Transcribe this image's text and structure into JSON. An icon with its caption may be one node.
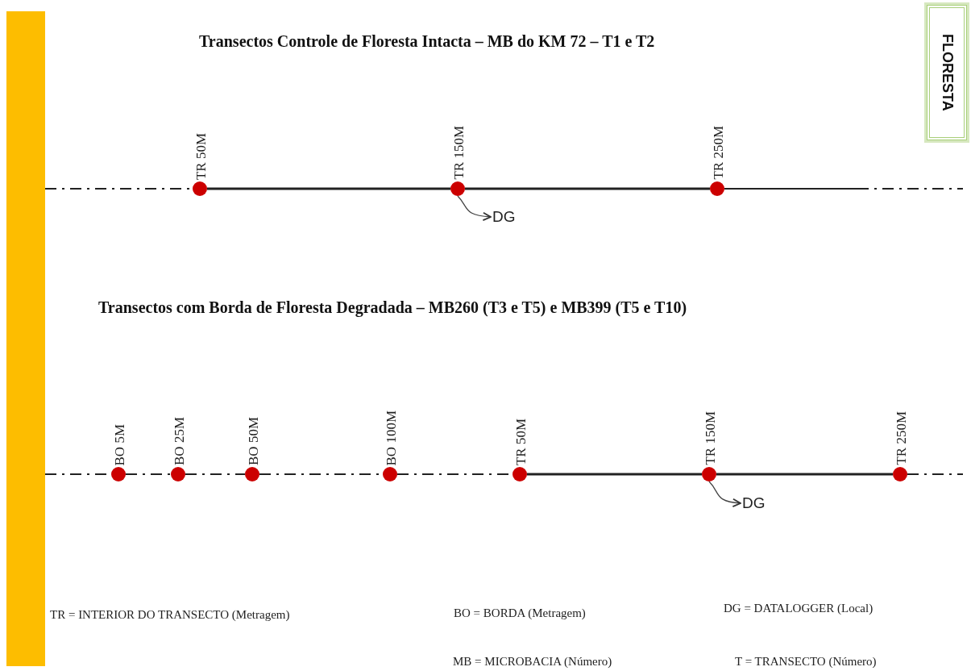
{
  "diagram": {
    "title": "Transectos Controle de Floresta Intacta – MB do KM 72 – T1 e T2",
    "nodes": [
      {
        "text": [
          "FLORESTA"
        ]
      },
      {
        "text": [],
        "shape": "circle",
        "beside": [
          "TR 50M"
        ]
      },
      {
        "text": [],
        "shape": "circle",
        "beside": [
          "TR 150M"
        ]
      },
      {
        "text": [],
        "shape": "circle",
        "beside": [
          "TR 250M"
        ]
      },
      {
        "text": [
          "DG"
        ]
      },
      {
        "text": [],
        "shape": "circle",
        "beside": [
          "BO 5M"
        ]
      },
      {
        "text": [],
        "shape": "circle",
        "beside": [
          "BO 25M"
        ]
      },
      {
        "text": [],
        "shape": "circle",
        "beside": [
          "BO 50M"
        ]
      },
      {
        "text": [],
        "shape": "circle",
        "beside": [
          "BO 100M"
        ]
      },
      {
        "text": [],
        "shape": "circle",
        "beside": [
          "TR 50M"
        ]
      },
      {
        "text": [],
        "shape": "circle",
        "beside": [
          "TR 150M"
        ]
      },
      {
        "text": [],
        "shape": "circle",
        "beside": [
          "TR 250M"
        ]
      },
      {
        "text": [
          "DG"
        ]
      },
      {
        "text": [],
        "shape": "bar"
      }
    ],
    "edges": [
      {
        "from": 13,
        "to": 1,
        "arrow": "none",
        "style": "dashed"
      },
      {
        "from": 1,
        "to": 2,
        "arrow": "none"
      },
      {
        "from": 2,
        "to": 3,
        "arrow": "none"
      },
      {
        "from": 3,
        "to": null,
        "arrow": "none",
        "style": "dashed"
      },
      {
        "from": 2,
        "to": 4,
        "arrow": "to"
      },
      {
        "from": 13,
        "to": 5,
        "arrow": "none",
        "style": "dashed"
      },
      {
        "from": 5,
        "to": 6,
        "arrow": "none",
        "style": "dashed"
      },
      {
        "from": 6,
        "to": 7,
        "arrow": "none",
        "style": "dashed"
      },
      {
        "from": 7,
        "to": 8,
        "arrow": "none",
        "style": "dashed"
      },
      {
        "from": 8,
        "to": 9,
        "arrow": "none",
        "style": "dashed"
      },
      {
        "from": 9,
        "to": 10,
        "arrow": "none"
      },
      {
        "from": 10,
        "to": 11,
        "arrow": "none"
      },
      {
        "from": 11,
        "to": null,
        "arrow": "none",
        "style": "dashed"
      },
      {
        "from": 10,
        "to": 12,
        "arrow": "to"
      }
    ],
    "labels": [
      "Transectos com Borda de Floresta Degradada – MB260 (T3 e T5) e MB399 (T5 e T10)",
      "TR = INTERIOR DO TRANSECTO (Metragem)",
      "BO = BORDA (Metragem)",
      "DG = DATALOGGER (Local)",
      "MB = MICROBACIA (Número)",
      "T = TRANSECTO (Número)"
    ]
  }
}
